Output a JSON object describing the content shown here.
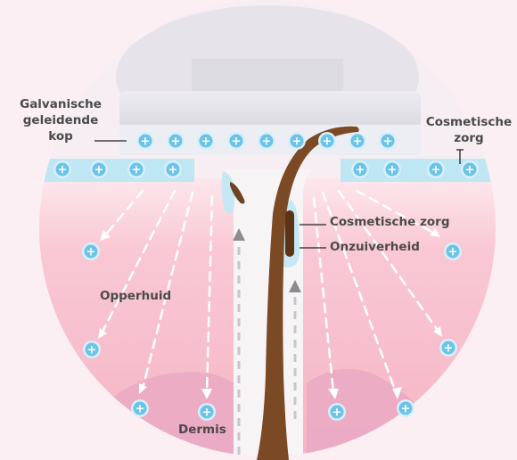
{
  "labels": {
    "galvanic_head": "Galvanische\ngeleidende\nkop",
    "cosmetic_top_right": "Cosmetische\nzorg",
    "cosmetic_middle": "Cosmetische zorg",
    "impurity": "Onzuiverheid",
    "epidermis": "Opperhuid",
    "dermis": "Dermis"
  },
  "ion_symbol": "+",
  "colors": {
    "background": "#fbeff3",
    "device_grey": "#e4e2e8",
    "gel_blue": "#bfe6f3",
    "ion_blue": "#6cc3e8",
    "epidermis_pink": "#f7bcca",
    "dermis_pink": "#e8a6c3",
    "hair_brown": "#7b4a25",
    "label_text": "#4a4a4a"
  }
}
